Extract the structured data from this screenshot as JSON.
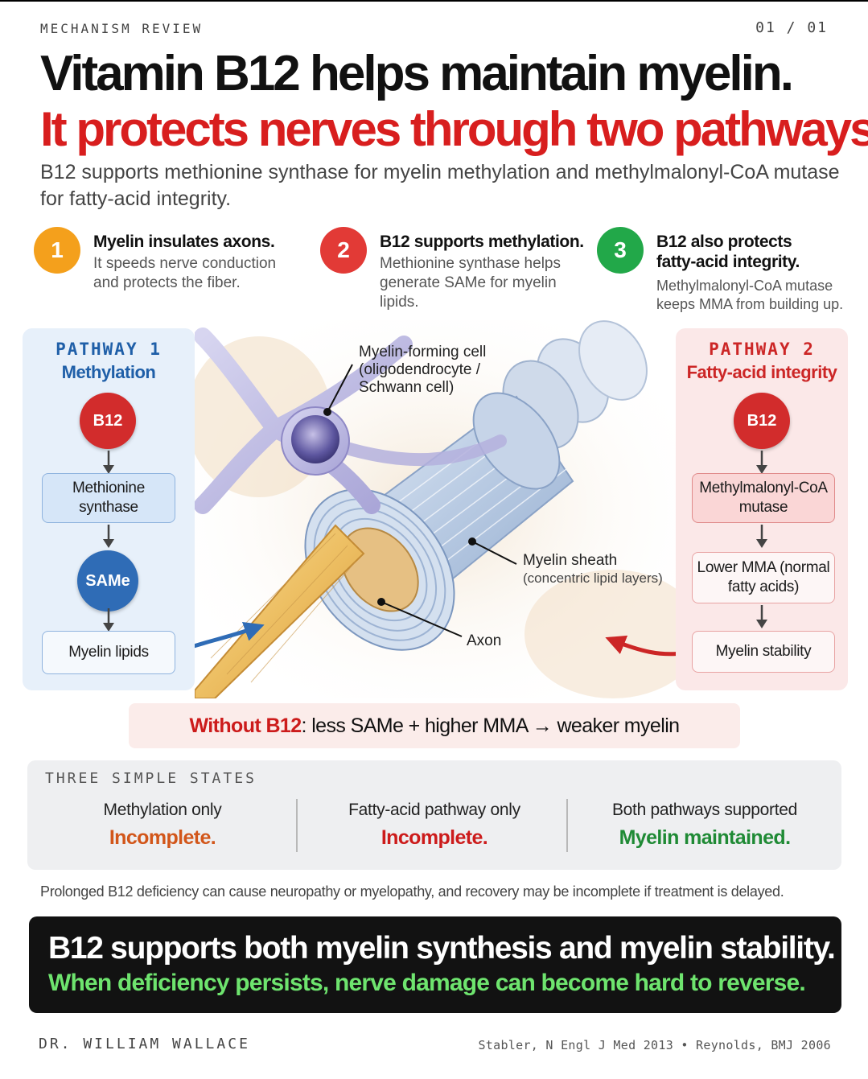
{
  "header": {
    "kicker": "MECHANISM REVIEW",
    "pager": "01 / 01",
    "headline_line1": "Vitamin B12 helps maintain myelin.",
    "headline_line2": "It protects nerves through two pathways.",
    "subtitle": "B12 supports methionine synthase for myelin methylation and methylmalonyl-CoA mutase for fatty-acid integrity."
  },
  "key_points": [
    {
      "number": "1",
      "title": "Myelin insulates axons.",
      "body": "It speeds nerve conduction and protects the fiber.",
      "color": "#f4a01c"
    },
    {
      "number": "2",
      "title": "B12 supports methylation.",
      "body": "Methionine synthase helps generate SAMe for myelin lipids.",
      "color": "#e23a36"
    },
    {
      "number": "3",
      "title": "B12 also protects fatty-acid integrity.",
      "body": "Methylmalonyl-CoA mutase keeps MMA from building up.",
      "color": "#22a849"
    }
  ],
  "pathway_1": {
    "label": "PATHWAY 1",
    "name": "Methylation",
    "accent": "#1f5fa8",
    "nodes": [
      "B12",
      "Methionine synthase",
      "SAMe",
      "Myelin lipids"
    ]
  },
  "pathway_2": {
    "label": "PATHWAY 2",
    "name": "Fatty-acid integrity",
    "accent": "#cc2626",
    "nodes": [
      "B12",
      "Methylmalonyl-CoA mutase",
      "Lower MMA (normal fatty acids)",
      "Myelin stability"
    ]
  },
  "illustration": {
    "cell_label": "Myelin-forming cell",
    "cell_sub": "(oligodendrocyte /",
    "cell_sub2": "Schwann cell)",
    "sheath_label": "Myelin sheath",
    "sheath_sub": "(concentric lipid layers)",
    "axon_label": "Axon"
  },
  "without_banner": {
    "lead": "Without B12",
    "rest": ": less SAMe + higher MMA → weaker myelin"
  },
  "states": {
    "title": "THREE SIMPLE STATES",
    "items": [
      {
        "name": "Methylation only",
        "value": "Incomplete.",
        "color": "#d2561a"
      },
      {
        "name": "Fatty-acid pathway only",
        "value": "Incomplete.",
        "color": "#cc1b1b"
      },
      {
        "name": "Both pathways supported",
        "value": "Myelin maintained.",
        "color": "#1f8a35"
      }
    ]
  },
  "footnote": "Prolonged B12 deficiency can cause neuropathy or myelopathy, and recovery may be incomplete if treatment is delayed.",
  "takeaway": {
    "line1": "B12 supports both myelin synthesis and myelin stability.",
    "line2": "When deficiency persists, nerve damage can become hard to reverse."
  },
  "footer": {
    "author": "DR. WILLIAM WALLACE",
    "references": "Stabler, N Engl J Med 2013  •  Reynolds, BMJ 2006"
  }
}
